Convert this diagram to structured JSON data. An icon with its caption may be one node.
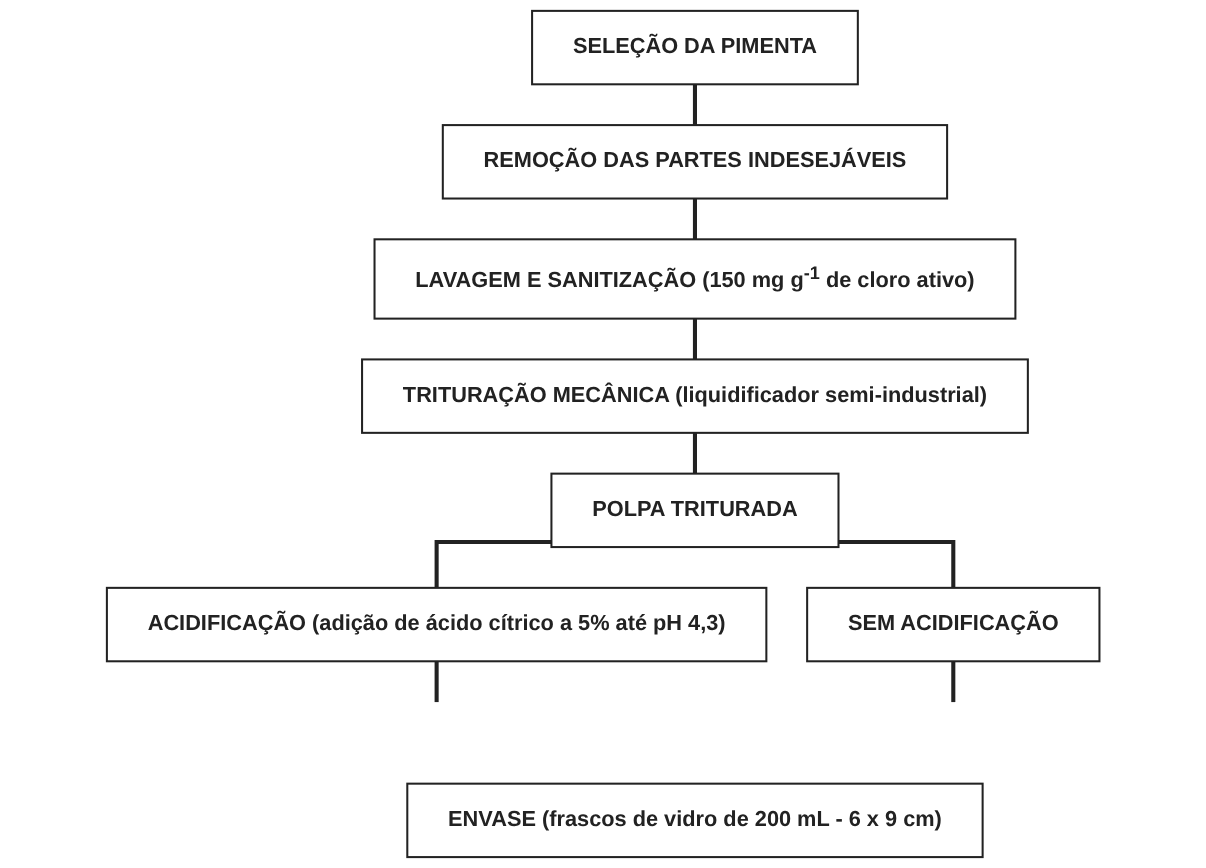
{
  "diagram": {
    "nodes": [
      {
        "text": [
          "SELEÇÃO DA PIMENTA"
        ]
      },
      {
        "text": [
          "REMOÇÃO DAS PARTES INDESEJÁVEIS"
        ]
      },
      {
        "text": [
          "LAVAGEM E SANITIZAÇÃO (150 mg g$^{-1}$ de cloro ativo)"
        ]
      },
      {
        "text": [
          "TRITURAÇÃO MECÂNICA (liquidificador semi-industrial)"
        ]
      },
      {
        "text": [
          "POLPA TRITURADA"
        ]
      },
      {
        "text": [
          "ACIDIFICAÇÃO (adição de ácido cítrico a 5% até pH 4,3)"
        ]
      },
      {
        "text": [
          "SEM ACIDIFICAÇÃO"
        ]
      },
      {
        "text": [
          "ENVASE (frascos de vidro de 200 mL - 6 x 9 cm)"
        ]
      }
    ],
    "edges": [
      {
        "from": 0,
        "to": 1,
        "arrow": "none"
      },
      {
        "from": 1,
        "to": 2,
        "arrow": "none"
      },
      {
        "from": 2,
        "to": 3,
        "arrow": "none"
      },
      {
        "from": 3,
        "to": 4,
        "arrow": "none"
      },
      {
        "from": 4,
        "to": 5,
        "arrow": "none"
      },
      {
        "from": 4,
        "to": 6,
        "arrow": "none"
      },
      {
        "from": 5,
        "to": null,
        "arrow": "none"
      },
      {
        "from": 6,
        "to": null,
        "arrow": "none"
      }
    ]
  }
}
